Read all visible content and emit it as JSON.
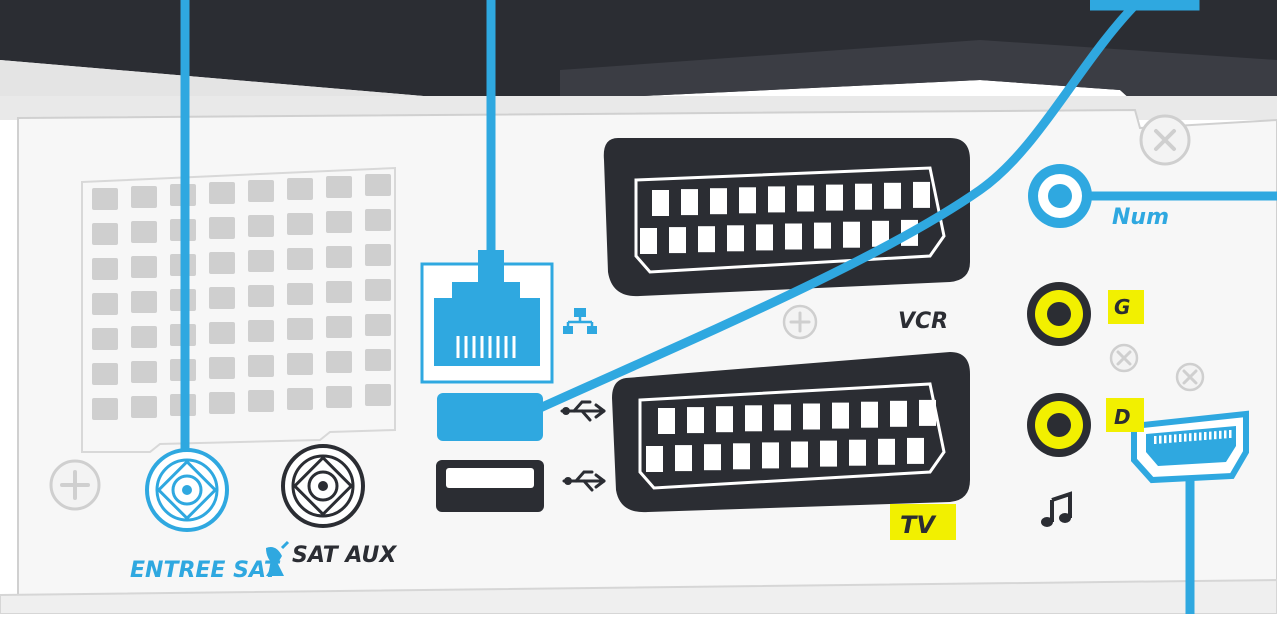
{
  "labels": {
    "num": "Num",
    "vcr": "VCR",
    "left": "G",
    "right": "D",
    "tv": "TV",
    "sat_in": "ENTREE SAT",
    "sat_aux": "SAT AUX"
  },
  "colors": {
    "cable_blue": "#2fa8e0",
    "panel": "#f7f7f7",
    "panel_stroke": "#d0d0d0",
    "dark": "#2b2d33",
    "highlight_yellow": "#f2f000",
    "vent_gray": "#cfcfcf"
  },
  "icons": {
    "network": "network-tree-icon",
    "usb": "usb-icon",
    "audio": "music-note-icon",
    "satellite": "satellite-dish-icon",
    "screw": "screw-icon"
  }
}
